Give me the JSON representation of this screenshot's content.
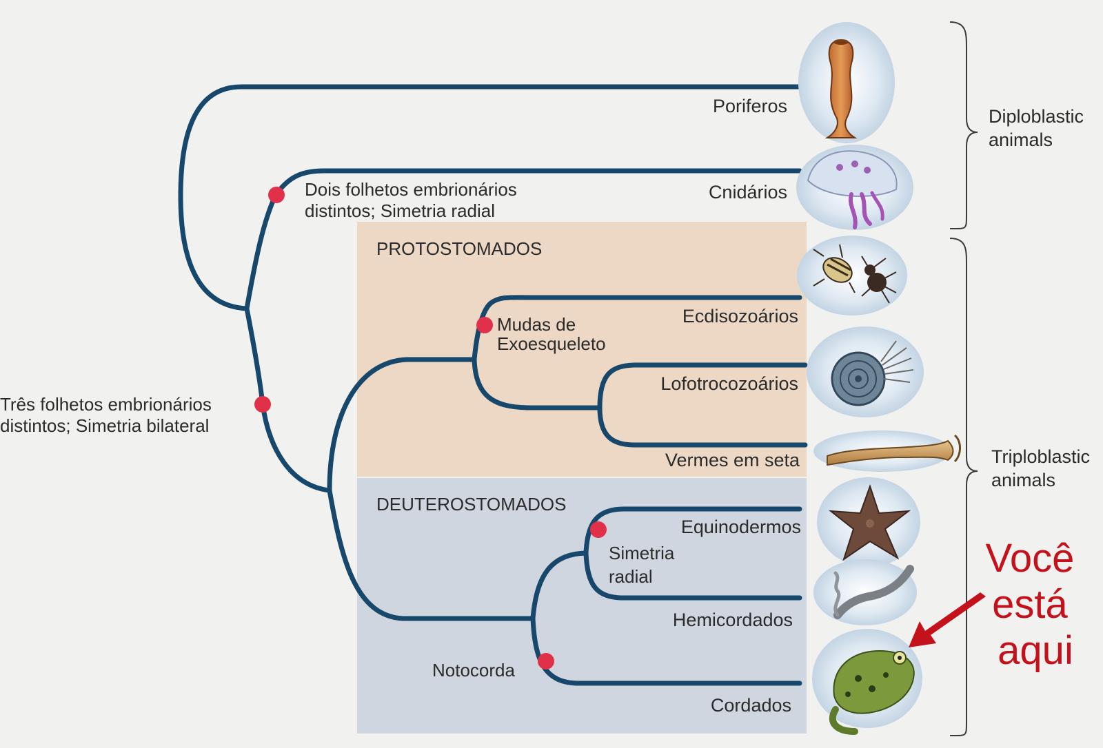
{
  "colors": {
    "background": "#f1f1ef",
    "branch": "#17486b",
    "node": "#e0304a",
    "protostomes_box": "#ecd8c5",
    "deuterostomes_box": "#cfd6e0",
    "callout": "#c4121c",
    "text": "#2b2b2b"
  },
  "groups": {
    "protostomes": "PROTOSTOMADOS",
    "deuterostomes": "DEUTEROSTOMADOS"
  },
  "taxa": {
    "poriferos": "Poriferos",
    "cnidarios": "Cnidários",
    "ecdisozoarios": "Ecdisozoários",
    "lofotrocozoarios": "Lofotrocozoários",
    "vermes": "Vermes em seta",
    "equinodermos": "Equinodermos",
    "hemicordados": "Hemicordados",
    "cordados": "Cordados"
  },
  "characters": {
    "dois_folhetos": [
      "Dois folhetos embrionários",
      "distintos; Simetria radial"
    ],
    "tres_folhetos": [
      "Três folhetos embrionários",
      "distintos; Simetria bilateral"
    ],
    "mudas": [
      "Mudas de",
      "Exoesqueleto"
    ],
    "simetria_radial": [
      "Simetria",
      "radial"
    ],
    "notocorda": "Notocorda"
  },
  "brackets": {
    "diploblastic": [
      "Diploblastic",
      "animals"
    ],
    "triploblastic": [
      "Triploblastic",
      "animals"
    ]
  },
  "callout": [
    "Você",
    "está",
    "aqui"
  ],
  "icons": {
    "poriferos": "sponge-icon",
    "cnidarios": "jellyfish-icon",
    "ecdisozoarios": "beetle-spider-icon",
    "lofotrocozoarios": "nautilus-icon",
    "vermes": "arrow-worm-icon",
    "equinodermos": "starfish-icon",
    "hemicordados": "acorn-worm-icon",
    "cordados": "frog-icon"
  }
}
